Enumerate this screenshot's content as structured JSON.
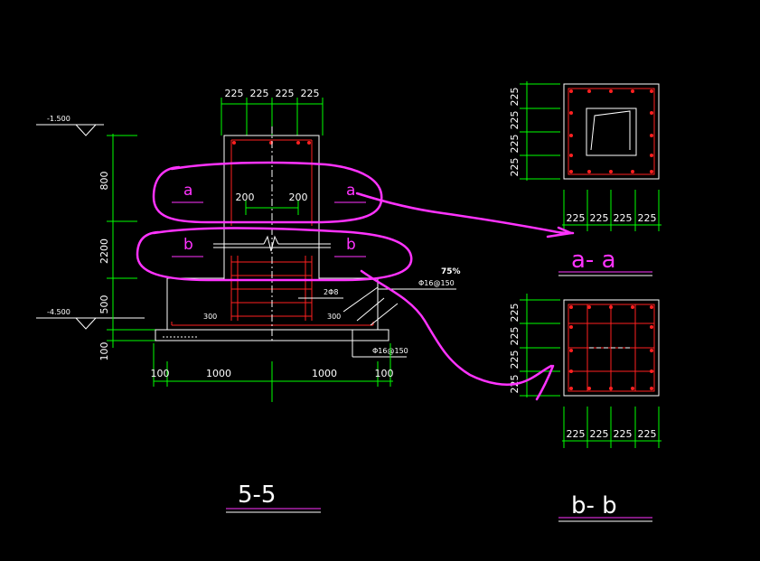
{
  "section_5_5": {
    "title": "5-5",
    "top_dims": [
      "225",
      "225",
      "225",
      "225"
    ],
    "elev_top": "-1.500",
    "elev_bottom": "-4.500",
    "left_dims": [
      "800",
      "2200",
      "500",
      "100"
    ],
    "bottom_dims": [
      "100",
      "1000",
      "1000",
      "100"
    ],
    "inner_dim_left": "200",
    "inner_dim_right": "200",
    "step_dim_left": "300",
    "step_dim_right": "300",
    "stirrup_label": "2Φ8",
    "percent_label": "75%",
    "rebar_top": "Φ16@150",
    "rebar_bottom": "Φ16@150",
    "markers": [
      "a",
      "a",
      "b",
      "b"
    ]
  },
  "section_a_a": {
    "title": "a- a",
    "left_dims": [
      "225",
      "225",
      "225",
      "225"
    ],
    "bottom_dims": [
      "225",
      "225",
      "225",
      "225"
    ]
  },
  "section_b_b": {
    "title": "b- b",
    "left_dims": [
      "225",
      "225",
      "225",
      "225"
    ],
    "bottom_dims": [
      "225",
      "225",
      "225",
      "225"
    ]
  },
  "colors": {
    "background": "#000000",
    "dimension": "#00ff00",
    "outline": "#ffffff",
    "rebar": "#ff2020",
    "annotation": "#ff33ff"
  }
}
